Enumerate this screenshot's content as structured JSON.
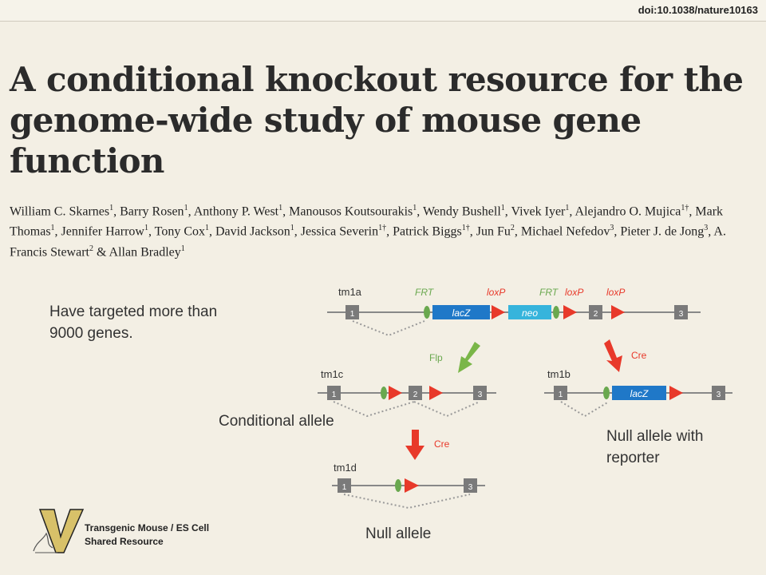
{
  "doi": "doi:10.1038/nature10163",
  "paper": {
    "title": "A conditional knockout resource for the genome-wide study of mouse gene function",
    "authors": [
      {
        "name": "William C. Skarnes",
        "aff": "1"
      },
      {
        "name": "Barry Rosen",
        "aff": "1"
      },
      {
        "name": "Anthony P. West",
        "aff": "1"
      },
      {
        "name": "Manousos Koutsourakis",
        "aff": "1"
      },
      {
        "name": "Wendy Bushell",
        "aff": "1"
      },
      {
        "name": "Vivek Iyer",
        "aff": "1"
      },
      {
        "name": "Alejandro O. Mujica",
        "aff": "1†"
      },
      {
        "name": "Mark Thomas",
        "aff": "1"
      },
      {
        "name": "Jennifer Harrow",
        "aff": "1"
      },
      {
        "name": "Tony Cox",
        "aff": "1"
      },
      {
        "name": "David Jackson",
        "aff": "1"
      },
      {
        "name": "Jessica Severin",
        "aff": "1†"
      },
      {
        "name": "Patrick Biggs",
        "aff": "1†"
      },
      {
        "name": "Jun Fu",
        "aff": "2"
      },
      {
        "name": "Michael Nefedov",
        "aff": "3"
      },
      {
        "name": "Pieter J. de Jong",
        "aff": "3"
      },
      {
        "name": "A. Francis Stewart",
        "aff": "2"
      },
      {
        "name": "Allan Bradley",
        "aff": "1"
      }
    ]
  },
  "notes": {
    "targeted": "Have targeted more than 9000 genes.",
    "conditional": "Conditional allele",
    "null_reporter": "Null allele with reporter",
    "null": "Null allele"
  },
  "diagram": {
    "tm1a": "tm1a",
    "tm1b": "tm1b",
    "tm1c": "tm1c",
    "tm1d": "tm1d",
    "frt": "FRT",
    "loxp": "loxP",
    "lacz": "lacZ",
    "neo": "neo",
    "flp": "Flp",
    "cre": "Cre",
    "exon1": "1",
    "exon2": "2",
    "exon3": "3",
    "colors": {
      "frt": "#6aa84f",
      "loxp": "#e8392a",
      "lacz": "#1f78c8",
      "neo": "#36b4dc",
      "exon": "#7a7a7a",
      "arrow_flp": "#7ab648",
      "arrow_cre": "#e8392a"
    }
  },
  "logo": {
    "letter": "V",
    "line1": "Transgenic Mouse / ES Cell",
    "line2": "Shared Resource"
  }
}
